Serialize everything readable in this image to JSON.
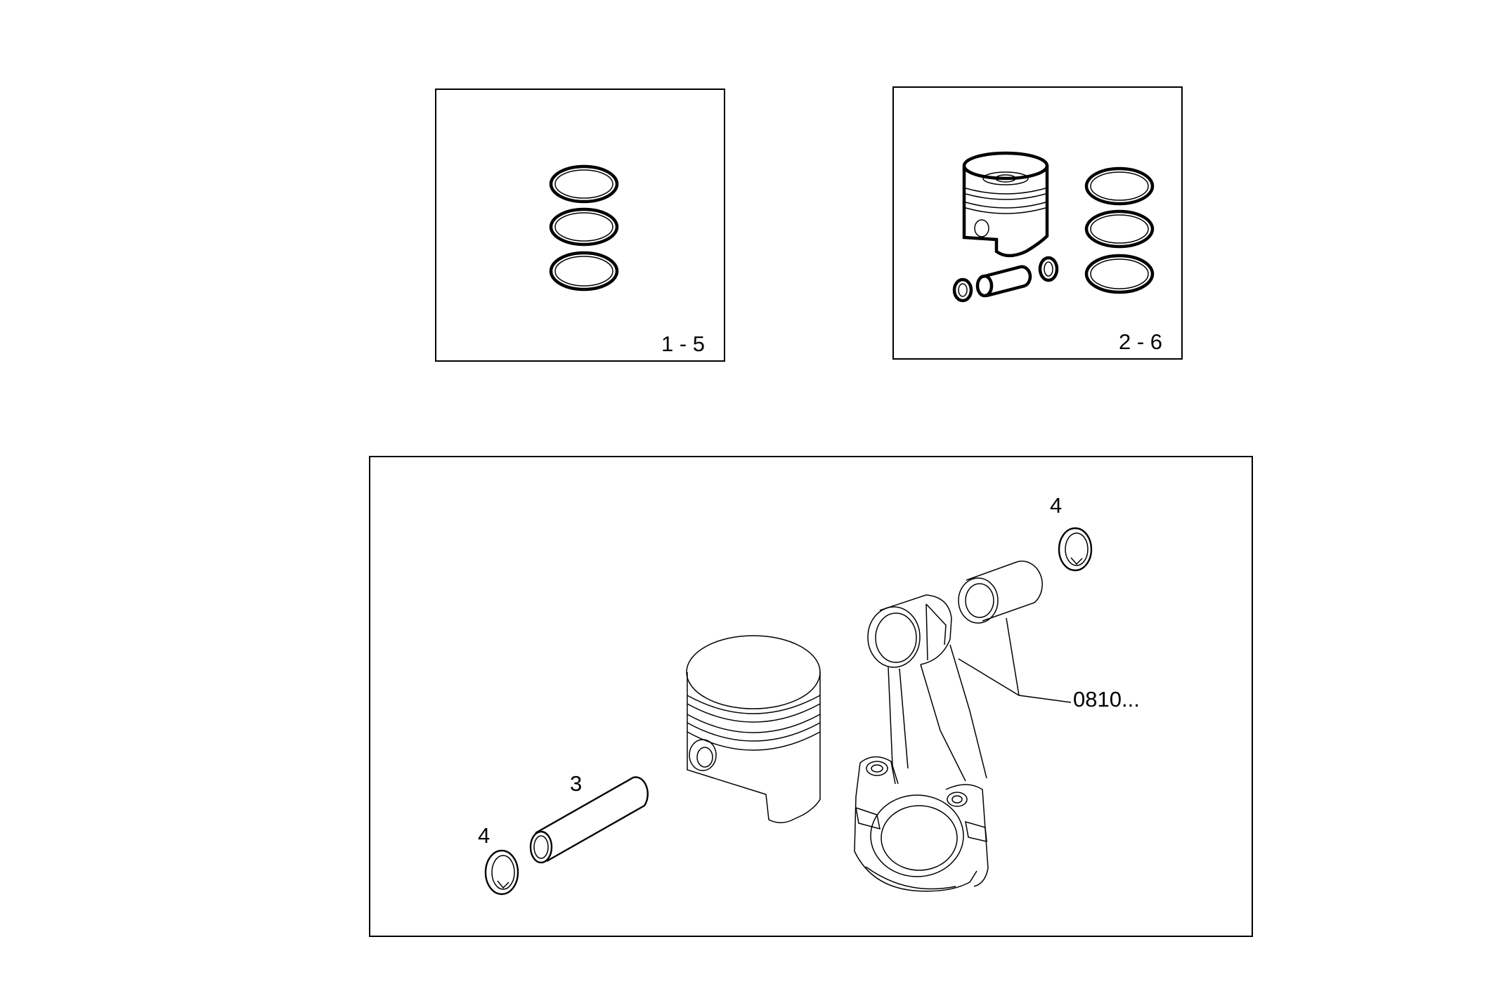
{
  "kits": [
    {
      "label": "1 - 5",
      "contents": "piston-ring-set"
    },
    {
      "label": "2 - 6",
      "contents": "piston-with-pin-circlips-and-rings"
    }
  ],
  "callouts": {
    "pin": "3",
    "circlip_left": "4",
    "circlip_right": "4",
    "connecting_rod": "0810..."
  }
}
